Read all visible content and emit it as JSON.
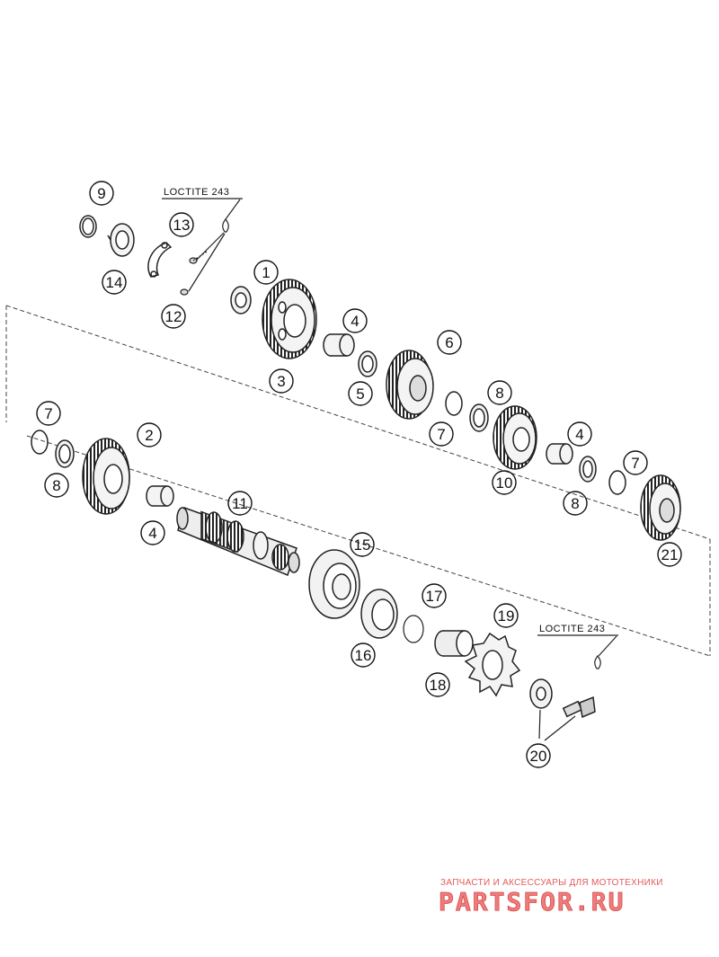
{
  "labels": {
    "loctite_top": "LOCTITE 243",
    "loctite_bottom": "LOCTITE 243"
  },
  "callouts": [
    "9",
    "13",
    "14",
    "12",
    "1",
    "3",
    "4",
    "5",
    "6",
    "7",
    "8",
    "10",
    "4",
    "8",
    "7",
    "21",
    "7",
    "8",
    "2",
    "4",
    "11",
    "15",
    "17",
    "16",
    "19",
    "18",
    "20"
  ],
  "watermark": {
    "tagline": "ЗАПЧАСТИ И АКСЕССУАРЫ ДЛЯ МОТОТЕХНИКИ",
    "logo": "PARTSFOR.RU"
  },
  "colors": {
    "line": "#333333",
    "watermark": "#e35a5a"
  }
}
